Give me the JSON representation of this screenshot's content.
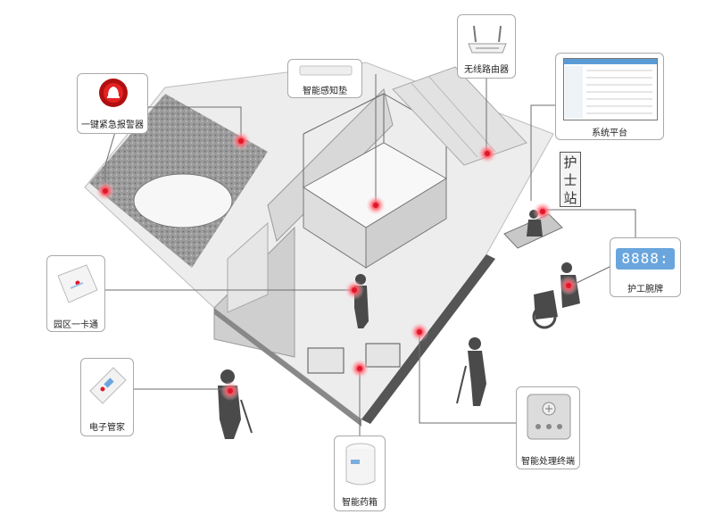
{
  "colors": {
    "connector": "#6e6e6e",
    "hotspot": "#e0172c",
    "card_border": "#a9a9a9",
    "lcd": "#6aa6dd"
  },
  "labels": {
    "alarm": "一键紧急报警器",
    "sensor_pad": "智能感知垫",
    "router": "无线路由器",
    "platform": "系统平台",
    "bracelet": "护工腕牌",
    "card": "园区一卡通",
    "butler": "电子管家",
    "medbox": "智能药箱",
    "terminal": "智能处理终端"
  },
  "nurse_station": [
    "护",
    "士",
    "站"
  ],
  "bracelet_display": "8888:"
}
